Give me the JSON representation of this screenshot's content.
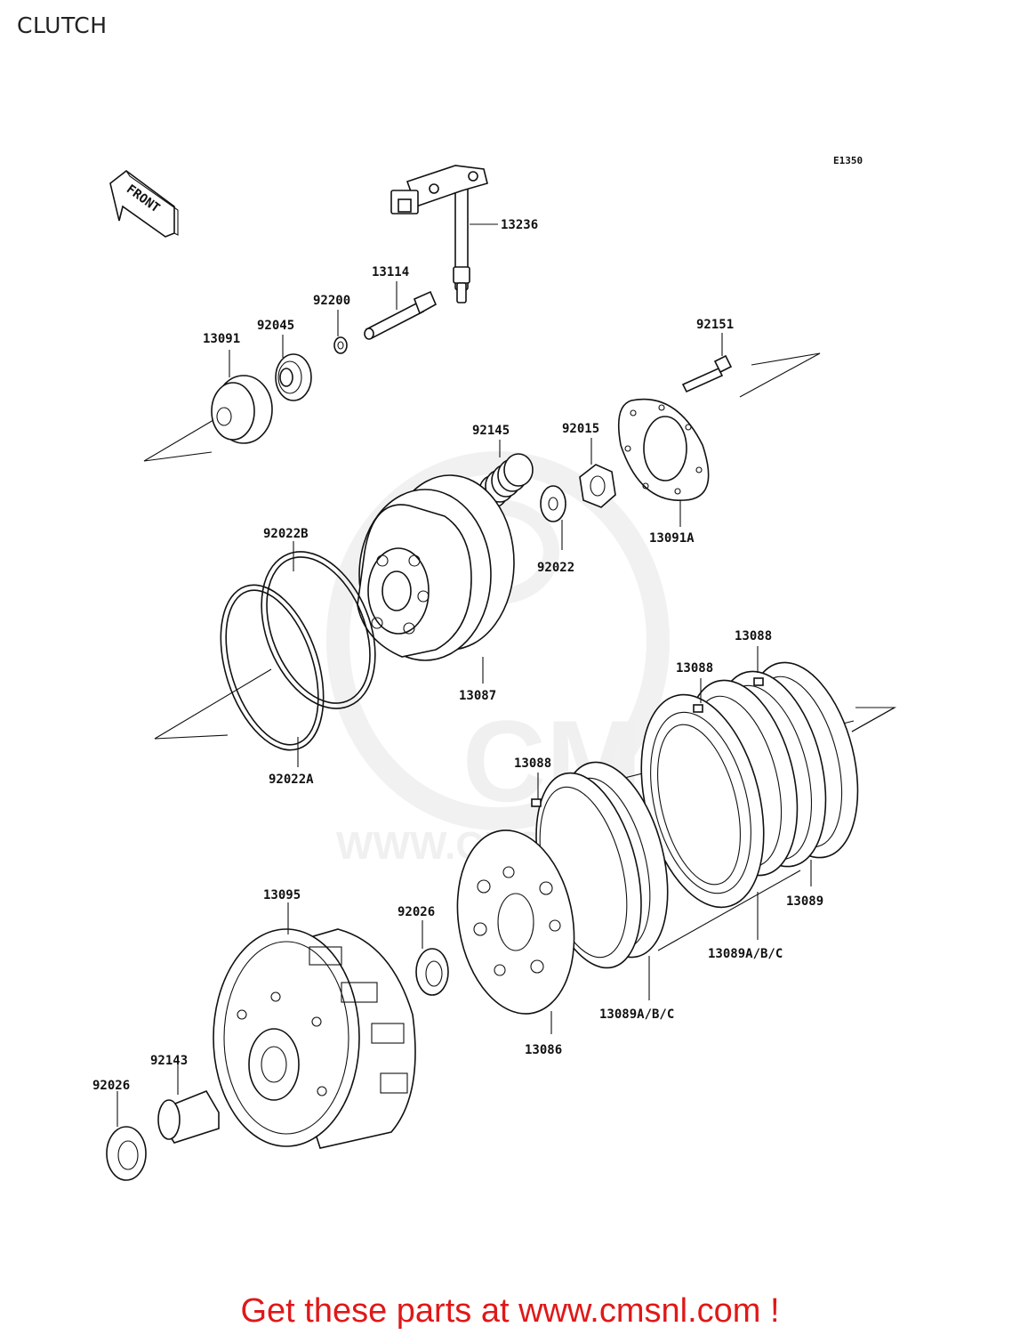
{
  "page": {
    "title": "CLUTCH",
    "diagram_code": "E1350",
    "front_label": "FRONT",
    "cta": "Get these parts at www.cmsnl.com !"
  },
  "watermark": {
    "logo": "CMS",
    "url": "WWW.CMSNL.COM"
  },
  "parts": {
    "p13236": "13236",
    "p13114": "13114",
    "p92200": "92200",
    "p92045": "92045",
    "p13091": "13091",
    "p92151": "92151",
    "p92145": "92145",
    "p92015": "92015",
    "p13091A": "13091A",
    "p92022": "92022",
    "p92022B": "92022B",
    "p13087": "13087",
    "p92022A": "92022A",
    "p13088_a": "13088",
    "p13088_b": "13088",
    "p13088_c": "13088",
    "p13089": "13089",
    "p13089ABC_a": "13089A/B/C",
    "p13089ABC_b": "13089A/B/C",
    "p13086": "13086",
    "p92026_a": "92026",
    "p13095": "13095",
    "p92143": "92143",
    "p92026_b": "92026"
  }
}
